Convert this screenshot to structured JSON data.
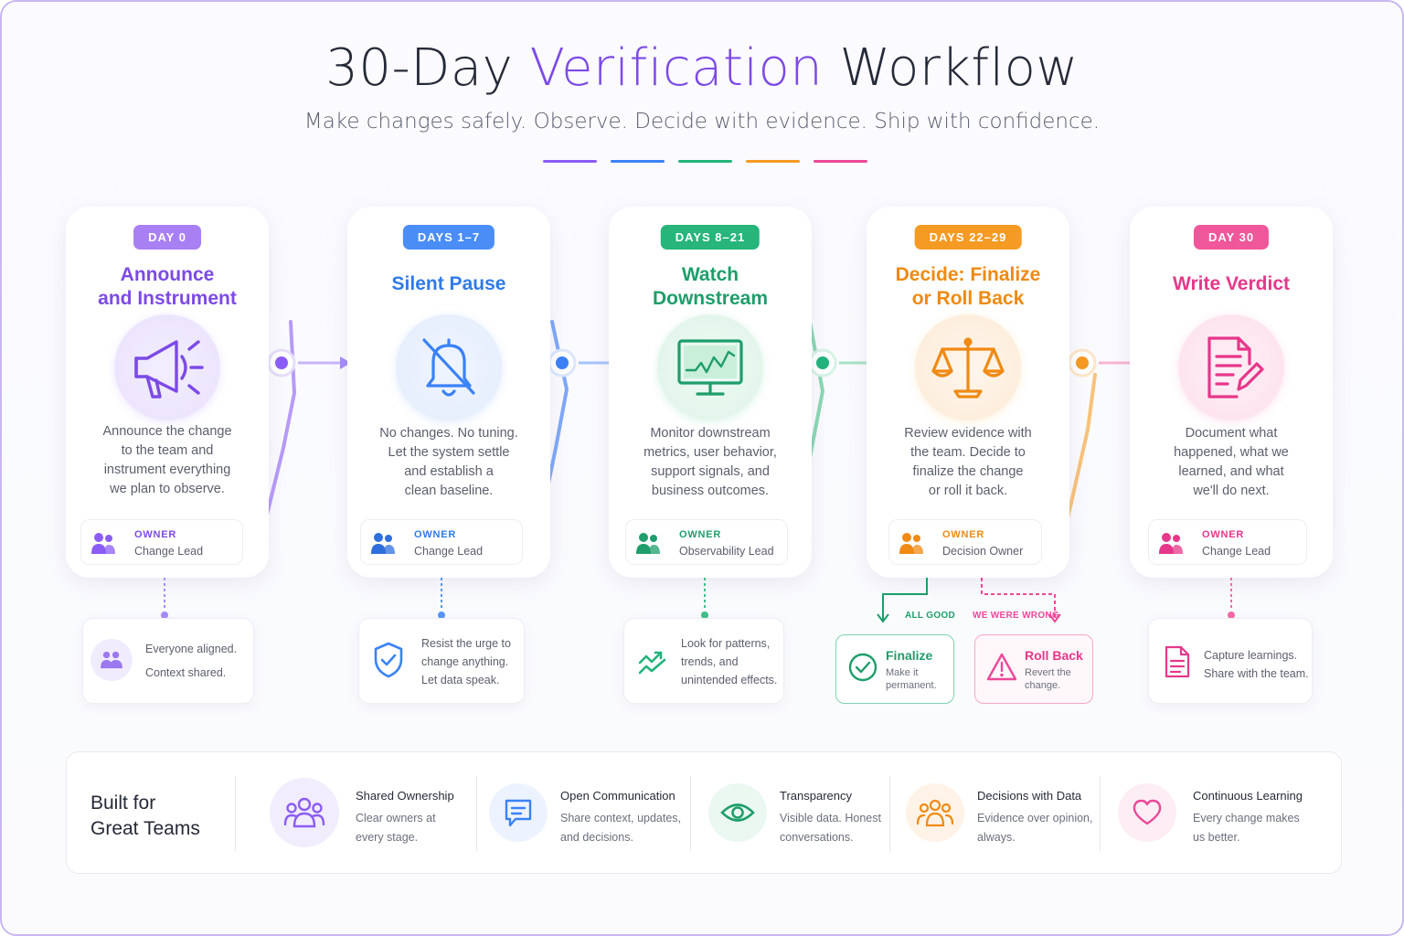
{
  "header": {
    "title_pre": "30-Day ",
    "title_accent": "Verification",
    "title_post": " Workflow",
    "subtitle": "Make changes safely. Observe. Decide with evidence. Ship with confidence."
  },
  "colors": {
    "purple": "#8b5cf6",
    "blue": "#3b82f6",
    "green": "#22b37a",
    "orange": "#f59a23",
    "pink": "#ec4899"
  },
  "stages": [
    {
      "badge": "DAY 0",
      "title_line1": "Announce",
      "title_line2": "and Instrument",
      "icon": "megaphone-icon",
      "desc": [
        "Announce the change",
        "to the team and",
        "instrument everything",
        "we plan to observe."
      ],
      "owner_label": "OWNER",
      "owner": "Change Lead",
      "note": [
        "Everyone aligned.",
        "Context shared."
      ],
      "note_icon": "people-icon"
    },
    {
      "badge": "DAYS 1–7",
      "title_line1": "Silent Pause",
      "title_line2": "",
      "icon": "bell-off-icon",
      "desc": [
        "No changes. No tuning.",
        "Let the system settle",
        "and establish a",
        "clean baseline."
      ],
      "owner_label": "OWNER",
      "owner": "Change Lead",
      "note": [
        "Resist the urge to",
        "change anything.",
        "Let data speak."
      ],
      "note_icon": "shield-check-icon"
    },
    {
      "badge": "DAYS 8–21",
      "title_line1": "Watch",
      "title_line2": "Downstream",
      "icon": "monitor-chart-icon",
      "desc": [
        "Monitor downstream",
        "metrics, user behavior,",
        "support signals, and",
        "business outcomes."
      ],
      "owner_label": "OWNER",
      "owner": "Observability Lead",
      "note": [
        "Look for patterns,",
        "trends, and",
        "unintended effects."
      ],
      "note_icon": "trend-icon"
    },
    {
      "badge": "DAYS 22–29",
      "title_line1": "Decide: Finalize",
      "title_line2": "or Roll Back",
      "icon": "scales-icon",
      "desc": [
        "Review evidence with",
        "the team. Decide to",
        "finalize the change",
        "or roll it back."
      ],
      "owner_label": "OWNER",
      "owner": "Decision Owner"
    },
    {
      "badge": "DAY 30",
      "title_line1": "Write Verdict",
      "title_line2": "",
      "icon": "document-edit-icon",
      "desc": [
        "Document what",
        "happened, what we",
        "learned, and what",
        "we'll do next."
      ],
      "owner_label": "OWNER",
      "owner": "Change Lead",
      "note": [
        "Capture learnings.",
        "Share with the team."
      ],
      "note_icon": "document-icon"
    }
  ],
  "decision": {
    "good_label": "ALL GOOD",
    "wrong_label": "WE WERE WRONG",
    "finalize_title": "Finalize",
    "finalize_desc": [
      "Make it",
      "permanent."
    ],
    "rollback_title": "Roll Back",
    "rollback_desc": [
      "Revert the",
      "change."
    ]
  },
  "footer": {
    "title_line1": "Built for",
    "title_line2": "Great Teams",
    "values": [
      {
        "title": "Shared Ownership",
        "desc": [
          "Clear owners at",
          "every stage."
        ],
        "icon": "group-icon"
      },
      {
        "title": "Open Communication",
        "desc": [
          "Share context, updates,",
          "and decisions."
        ],
        "icon": "chat-icon"
      },
      {
        "title": "Transparency",
        "desc": [
          "Visible data. Honest",
          "conversations."
        ],
        "icon": "eye-icon"
      },
      {
        "title": "Decisions with Data",
        "desc": [
          "Evidence over opinion,",
          "always."
        ],
        "icon": "team-data-icon"
      },
      {
        "title": "Continuous Learning",
        "desc": [
          "Every change makes",
          "us better."
        ],
        "icon": "heart-icon"
      }
    ]
  }
}
